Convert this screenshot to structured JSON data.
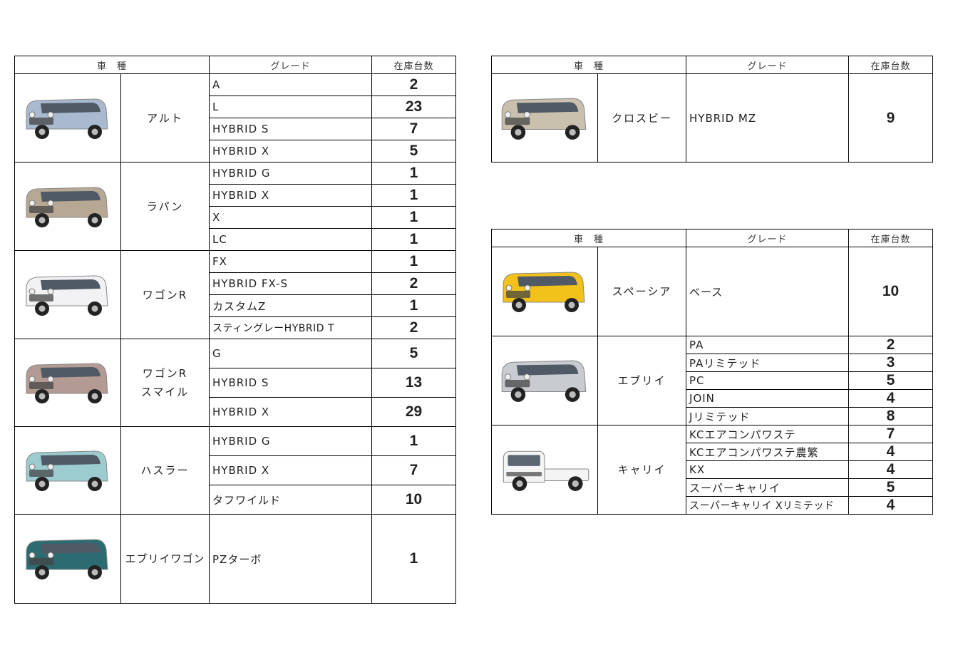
{
  "headers": {
    "model": "車　種",
    "grade": "グレード",
    "stock": "在庫台数"
  },
  "left_table": [
    {
      "model": "アルト",
      "car_color": "#a9b9cf",
      "grades": [
        {
          "grade": "A",
          "stock": "2"
        },
        {
          "grade": "L",
          "stock": "23"
        },
        {
          "grade": "HYBRID S",
          "stock": "7"
        },
        {
          "grade": "HYBRID X",
          "stock": "5"
        }
      ]
    },
    {
      "model": "ラパン",
      "car_color": "#b7a893",
      "grades": [
        {
          "grade": "HYBRID G",
          "stock": "1"
        },
        {
          "grade": "HYBRID X",
          "stock": "1"
        },
        {
          "grade": "X",
          "stock": "1"
        },
        {
          "grade": "LC",
          "stock": "1"
        }
      ]
    },
    {
      "model": "ワゴンR",
      "car_color": "#f2f2f4",
      "grades": [
        {
          "grade": "FX",
          "stock": "1"
        },
        {
          "grade": "HYBRID FX-S",
          "stock": "2"
        },
        {
          "grade": "カスタムZ",
          "stock": "1"
        },
        {
          "grade": "スティングレーHYBRID T",
          "stock": "2"
        }
      ]
    },
    {
      "model": "ワゴンR\nスマイル",
      "car_color": "#b39a93",
      "grades": [
        {
          "grade": "G",
          "stock": "5"
        },
        {
          "grade": "HYBRID S",
          "stock": "13"
        },
        {
          "grade": "HYBRID X",
          "stock": "29"
        }
      ]
    },
    {
      "model": "ハスラー",
      "car_color": "#9ccbd0",
      "grades": [
        {
          "grade": "HYBRID G",
          "stock": "1"
        },
        {
          "grade": "HYBRID X",
          "stock": "7"
        },
        {
          "grade": "タフワイルド",
          "stock": "10"
        }
      ]
    },
    {
      "model": "エブリイワゴン",
      "car_color": "#2d6b72",
      "grades": [
        {
          "grade": "PZターボ",
          "stock": "1"
        }
      ]
    }
  ],
  "right_top_table": [
    {
      "model": "クロスビー",
      "car_color": "#c9c1ae",
      "grades": [
        {
          "grade": "HYBRID MZ",
          "stock": "9"
        }
      ]
    }
  ],
  "right_bottom_table": [
    {
      "model": "スペーシア",
      "car_color": "#f2c21a",
      "grades": [
        {
          "grade": "ベース",
          "stock": "10"
        }
      ]
    },
    {
      "model": "エブリイ",
      "car_color": "#c8cbd0",
      "grades": [
        {
          "grade": "PA",
          "stock": "2"
        },
        {
          "grade": "PAリミテッド",
          "stock": "3"
        },
        {
          "grade": "PC",
          "stock": "5"
        },
        {
          "grade": "JOIN",
          "stock": "4"
        },
        {
          "grade": "Jリミテッド",
          "stock": "8"
        }
      ]
    },
    {
      "model": "キャリイ",
      "car_color": "#f4f4f4",
      "grades": [
        {
          "grade": "KCエアコンパワステ",
          "stock": "7"
        },
        {
          "grade": "KCエアコンパワステ農繁",
          "stock": "4"
        },
        {
          "grade": "KX",
          "stock": "4"
        },
        {
          "grade": "スーパーキャリイ",
          "stock": "5"
        },
        {
          "grade": "スーパーキャリイ Xリミテッド",
          "stock": "4"
        }
      ]
    }
  ]
}
